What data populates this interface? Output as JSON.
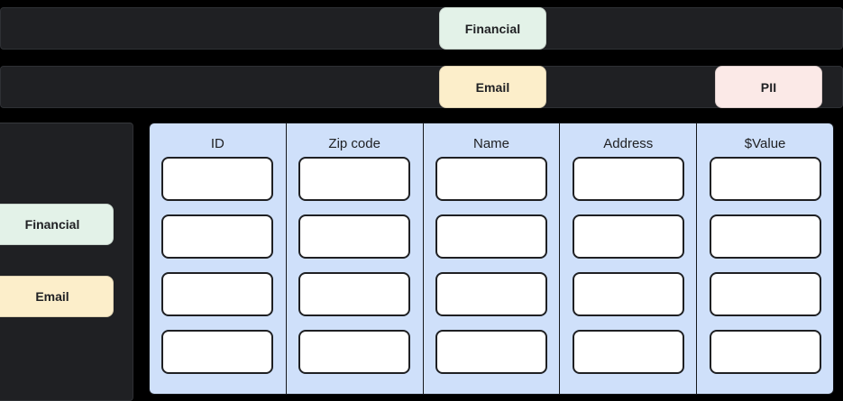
{
  "background_rows": [
    {
      "name": "row-1",
      "tags": [
        {
          "label": "Financial",
          "kind": "financial"
        }
      ]
    },
    {
      "name": "row-2",
      "tags": [
        {
          "label": "Email",
          "kind": "email"
        },
        {
          "label": "PII",
          "kind": "pii"
        }
      ]
    }
  ],
  "top_tags": {
    "financial": "Financial",
    "email": "Email",
    "pii": "PII"
  },
  "sidebar": {
    "tags": [
      {
        "label": "Financial",
        "kind": "financial"
      },
      {
        "label": "Email",
        "kind": "email"
      }
    ]
  },
  "table": {
    "columns": [
      {
        "header": "ID"
      },
      {
        "header": "Zip code"
      },
      {
        "header": "Name"
      },
      {
        "header": "Address"
      },
      {
        "header": "$Value"
      }
    ],
    "row_count": 4,
    "cell_values": [
      [
        "",
        "",
        "",
        "",
        ""
      ],
      [
        "",
        "",
        "",
        "",
        ""
      ],
      [
        "",
        "",
        "",
        "",
        ""
      ],
      [
        "",
        "",
        "",
        "",
        ""
      ]
    ]
  },
  "colors": {
    "background": "#000000",
    "dark_row": "#1f2023",
    "column_blue": "#cfe0fa",
    "tag_financial": "#e3f2e8",
    "tag_email": "#fceeca",
    "tag_pii": "#fbe9e7",
    "cell_white": "#ffffff",
    "text": "#202124"
  }
}
